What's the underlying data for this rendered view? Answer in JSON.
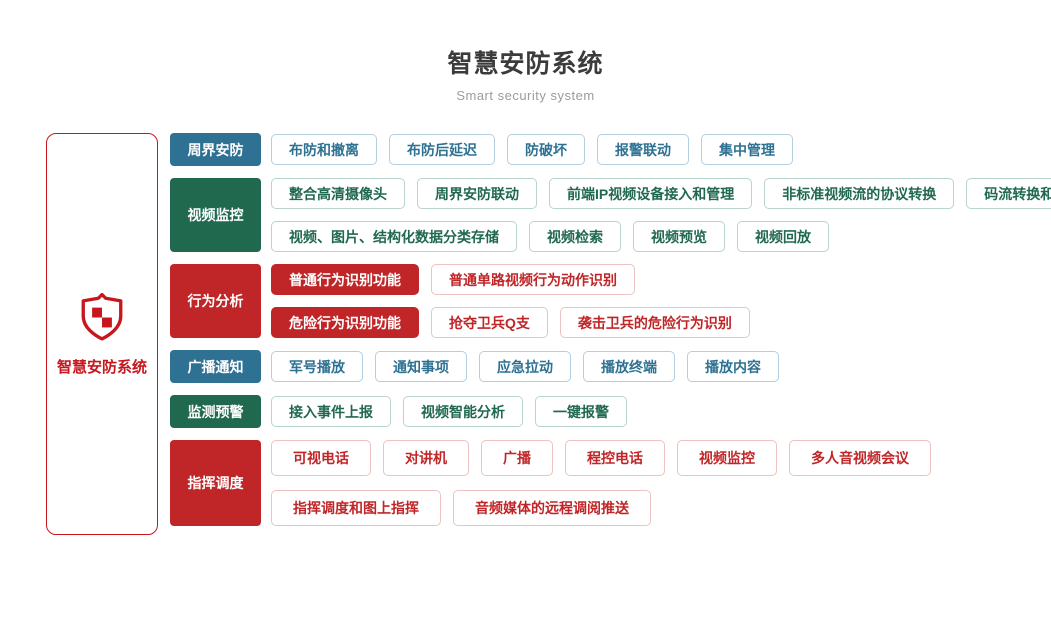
{
  "header": {
    "title": "智慧安防系统",
    "subtitle": "Smart security system"
  },
  "panel": {
    "icon": "shield-icon",
    "label": "智慧安防系统"
  },
  "colors": {
    "blue": "#2e7193",
    "green": "#20694f",
    "red": "#c02628",
    "panel_red": "#c8161d"
  },
  "groups": [
    {
      "id": "perimeter-security",
      "label": "周界安防",
      "color": "blue",
      "rows": [
        [
          {
            "text": "布防和撤离"
          },
          {
            "text": "布防后延迟"
          },
          {
            "text": "防破坏"
          },
          {
            "text": "报警联动"
          },
          {
            "text": "集中管理"
          }
        ]
      ]
    },
    {
      "id": "video-surveillance",
      "label": "视频监控",
      "color": "green",
      "rows": [
        [
          {
            "text": "整合高清摄像头"
          },
          {
            "text": "周界安防联动"
          },
          {
            "text": "前端IP视频设备接入和管理"
          },
          {
            "text": "非标准视频流的协议转换"
          },
          {
            "text": "码流转换和接口转换"
          }
        ],
        [
          {
            "text": "视频、图片、结构化数据分类存储"
          },
          {
            "text": "视频检索"
          },
          {
            "text": "视频预览"
          },
          {
            "text": "视频回放"
          }
        ]
      ]
    },
    {
      "id": "behavior-analysis",
      "label": "行为分析",
      "color": "red",
      "rows": [
        [
          {
            "text": "普通行为识别功能",
            "filled": true
          },
          {
            "text": "普通单路视频行为动作识别"
          }
        ],
        [
          {
            "text": "危险行为识别功能",
            "filled": true
          },
          {
            "text": "抢夺卫兵Q支"
          },
          {
            "text": "袭击卫兵的危险行为识别"
          }
        ]
      ]
    },
    {
      "id": "broadcast-notice",
      "label": "广播通知",
      "color": "blue",
      "rows": [
        [
          {
            "text": "军号播放"
          },
          {
            "text": "通知事项"
          },
          {
            "text": "应急拉动"
          },
          {
            "text": "播放终端"
          },
          {
            "text": "播放内容"
          }
        ]
      ]
    },
    {
      "id": "monitoring-warning",
      "label": "监测预警",
      "color": "green",
      "rows": [
        [
          {
            "text": "接入事件上报"
          },
          {
            "text": "视频智能分析"
          },
          {
            "text": "一键报警"
          }
        ]
      ]
    },
    {
      "id": "command-dispatch",
      "label": "指挥调度",
      "color": "red",
      "rows": [
        [
          {
            "text": "可视电话"
          },
          {
            "text": "对讲机"
          },
          {
            "text": "广播"
          },
          {
            "text": "程控电话"
          },
          {
            "text": "视频监控"
          },
          {
            "text": "多人音视频会议"
          }
        ],
        [
          {
            "text": "指挥调度和图上指挥"
          },
          {
            "text": "音频媒体的远程调阅推送"
          }
        ]
      ]
    }
  ]
}
